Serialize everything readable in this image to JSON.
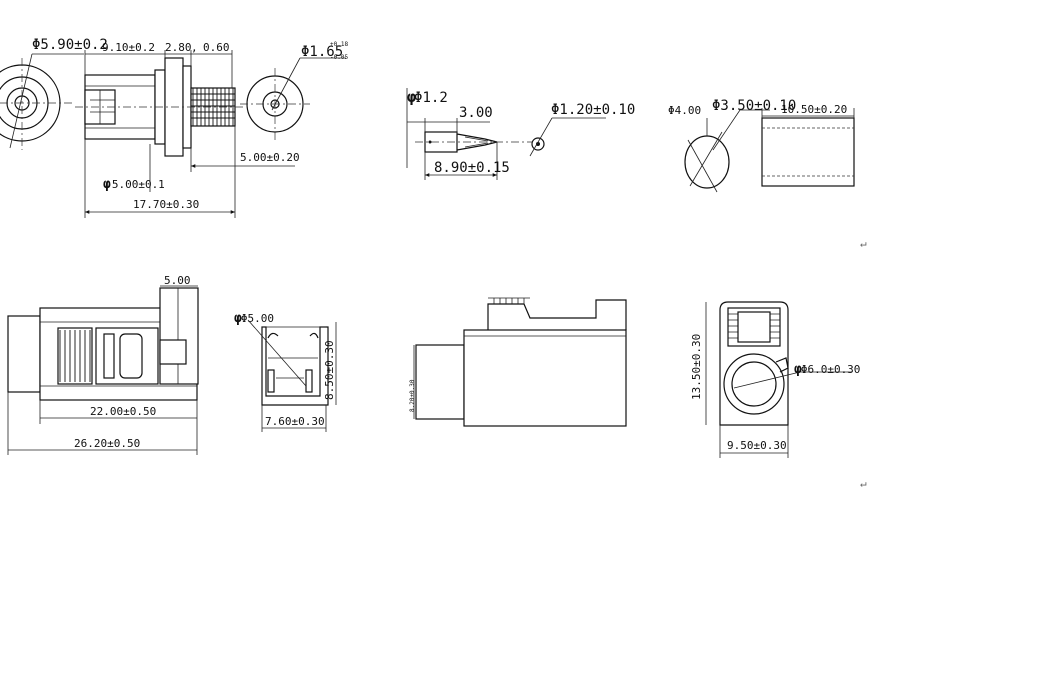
{
  "views": {
    "plug_end": {
      "d_outer": "Φ5.90±0.2"
    },
    "plug_side": {
      "len_body": "9.10±0.2",
      "len_flange": "2.80",
      "len_gap": "0.60",
      "len_crimp": "5.00±0.20",
      "d_flange": "5.00±0.1",
      "len_total": "17.70±0.30"
    },
    "plug_rear": {
      "d_bore": "Φ1.65",
      "tol_up": "+0.18",
      "tol_dn": "-0.05"
    },
    "pin": {
      "d_head": "Φ1.2",
      "len_tip": "3.00",
      "d_pin": "Φ1.20±0.10",
      "len_pin": "8.90±0.15"
    },
    "ferrule": {
      "d_in": "Φ4.00",
      "d_out": "Φ3.50±0.10",
      "len": "10.50±0.20"
    },
    "housing_top": {
      "w_latch": "5.00",
      "len_body": "22.00±0.50",
      "len_total": "26.20±0.50"
    },
    "housing_end": {
      "d_port": "Φ5.00",
      "h": "8.50±0.30",
      "w": "7.60±0.30"
    },
    "housing_side": {
      "h": "8.20±0.30"
    },
    "housing_front": {
      "h": "13.50±0.30",
      "d_port": "Φ6.0±0.30",
      "w": "9.50±0.30"
    }
  },
  "marks": {
    "para1": "↵",
    "para2": "↵"
  },
  "colors": {
    "ink": "#111111",
    "paper": "#ffffff",
    "hatch": "#111111"
  }
}
